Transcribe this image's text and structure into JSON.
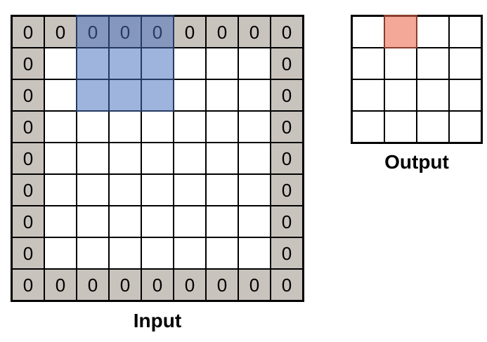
{
  "input_grid": {
    "label": "Input",
    "rows": 9,
    "cols": 9,
    "cell_values": [
      [
        "0",
        "0",
        "0",
        "0",
        "0",
        "0",
        "0",
        "0",
        "0"
      ],
      [
        "0",
        "",
        "",
        "",
        "",
        "",
        "",
        "",
        "0"
      ],
      [
        "0",
        "",
        "",
        "",
        "",
        "",
        "",
        "",
        "0"
      ],
      [
        "0",
        "",
        "",
        "",
        "",
        "",
        "",
        "",
        "0"
      ],
      [
        "0",
        "",
        "",
        "",
        "",
        "",
        "",
        "",
        "0"
      ],
      [
        "0",
        "",
        "",
        "",
        "",
        "",
        "",
        "",
        "0"
      ],
      [
        "0",
        "",
        "",
        "",
        "",
        "",
        "",
        "",
        "0"
      ],
      [
        "0",
        "",
        "",
        "",
        "",
        "",
        "",
        "",
        "0"
      ],
      [
        "0",
        "0",
        "0",
        "0",
        "0",
        "0",
        "0",
        "0",
        "0"
      ]
    ],
    "pad_cell_color": "#c9c3bd",
    "highlight_window": {
      "row": 0,
      "col": 2,
      "rows": 3,
      "cols": 3,
      "color": "rgba(70,111,190,0.52)"
    }
  },
  "output_grid": {
    "label": "Output",
    "rows": 4,
    "cols": 4,
    "cell_values": [
      [
        "",
        "",
        "",
        ""
      ],
      [
        "",
        "",
        "",
        ""
      ],
      [
        "",
        "",
        "",
        ""
      ],
      [
        "",
        "",
        "",
        ""
      ]
    ],
    "highlight_cell": {
      "row": 0,
      "col": 1,
      "rows": 1,
      "cols": 1,
      "color": "rgba(236,105,77,0.58)"
    }
  },
  "colors": {
    "grid_line": "#000000",
    "cell_bg": "#ffffff",
    "page_bg": "#ffffff",
    "text": "#000000"
  }
}
